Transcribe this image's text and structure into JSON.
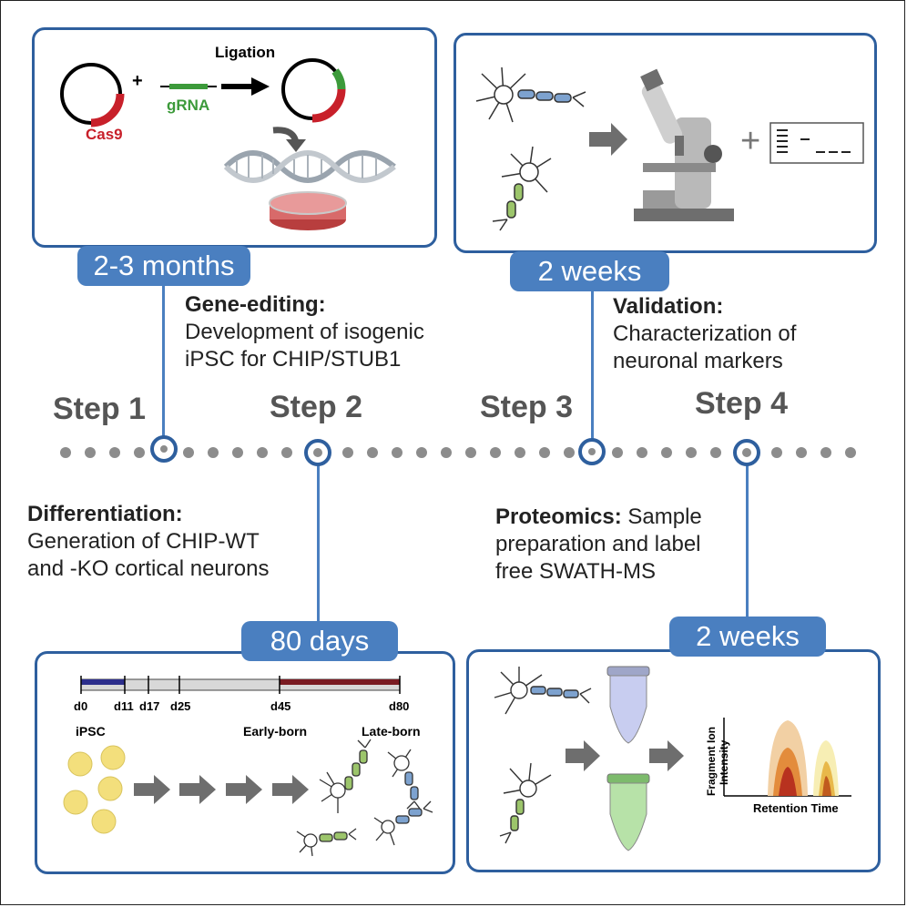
{
  "step1": {
    "title": "Step 1",
    "duration": "2-3 months",
    "heading": "Gene-editing:",
    "line1": "Development of isogenic",
    "line2": "iPSC for CHIP/STUB1",
    "labels": {
      "cas9": "Cas9",
      "grna": "gRNA",
      "ligation": "Ligation"
    }
  },
  "step2": {
    "title": "Step 2",
    "duration": "80 days",
    "heading": "Differentiation:",
    "line1": "Generation of CHIP-WT",
    "line2": "and -KO cortical neurons",
    "timeline": {
      "days": [
        "d0",
        "d11",
        "d17",
        "d25",
        "d45",
        "d80"
      ],
      "ipsc": "iPSC",
      "early": "Early-born",
      "late": "Late-born"
    }
  },
  "step3": {
    "title": "Step 3",
    "duration": "2 weeks",
    "heading": "Validation:",
    "line1": "Characterization of",
    "line2": "neuronal markers"
  },
  "step4": {
    "title": "Step 4",
    "duration": "2 weeks",
    "heading": "Proteomics:",
    "heading_rest": " Sample",
    "line1": "preparation and label",
    "line2": "free SWATH-MS",
    "chart": {
      "ylabel1": "Fragment Ion",
      "ylabel2": "Intensity",
      "xlabel": "Retention Time"
    }
  },
  "colors": {
    "accent": "#4a7fc0",
    "border": "#2e5f9e",
    "cas9": "#c8202a",
    "grna": "#3c9a3a",
    "dot": "#8c8c8c"
  }
}
